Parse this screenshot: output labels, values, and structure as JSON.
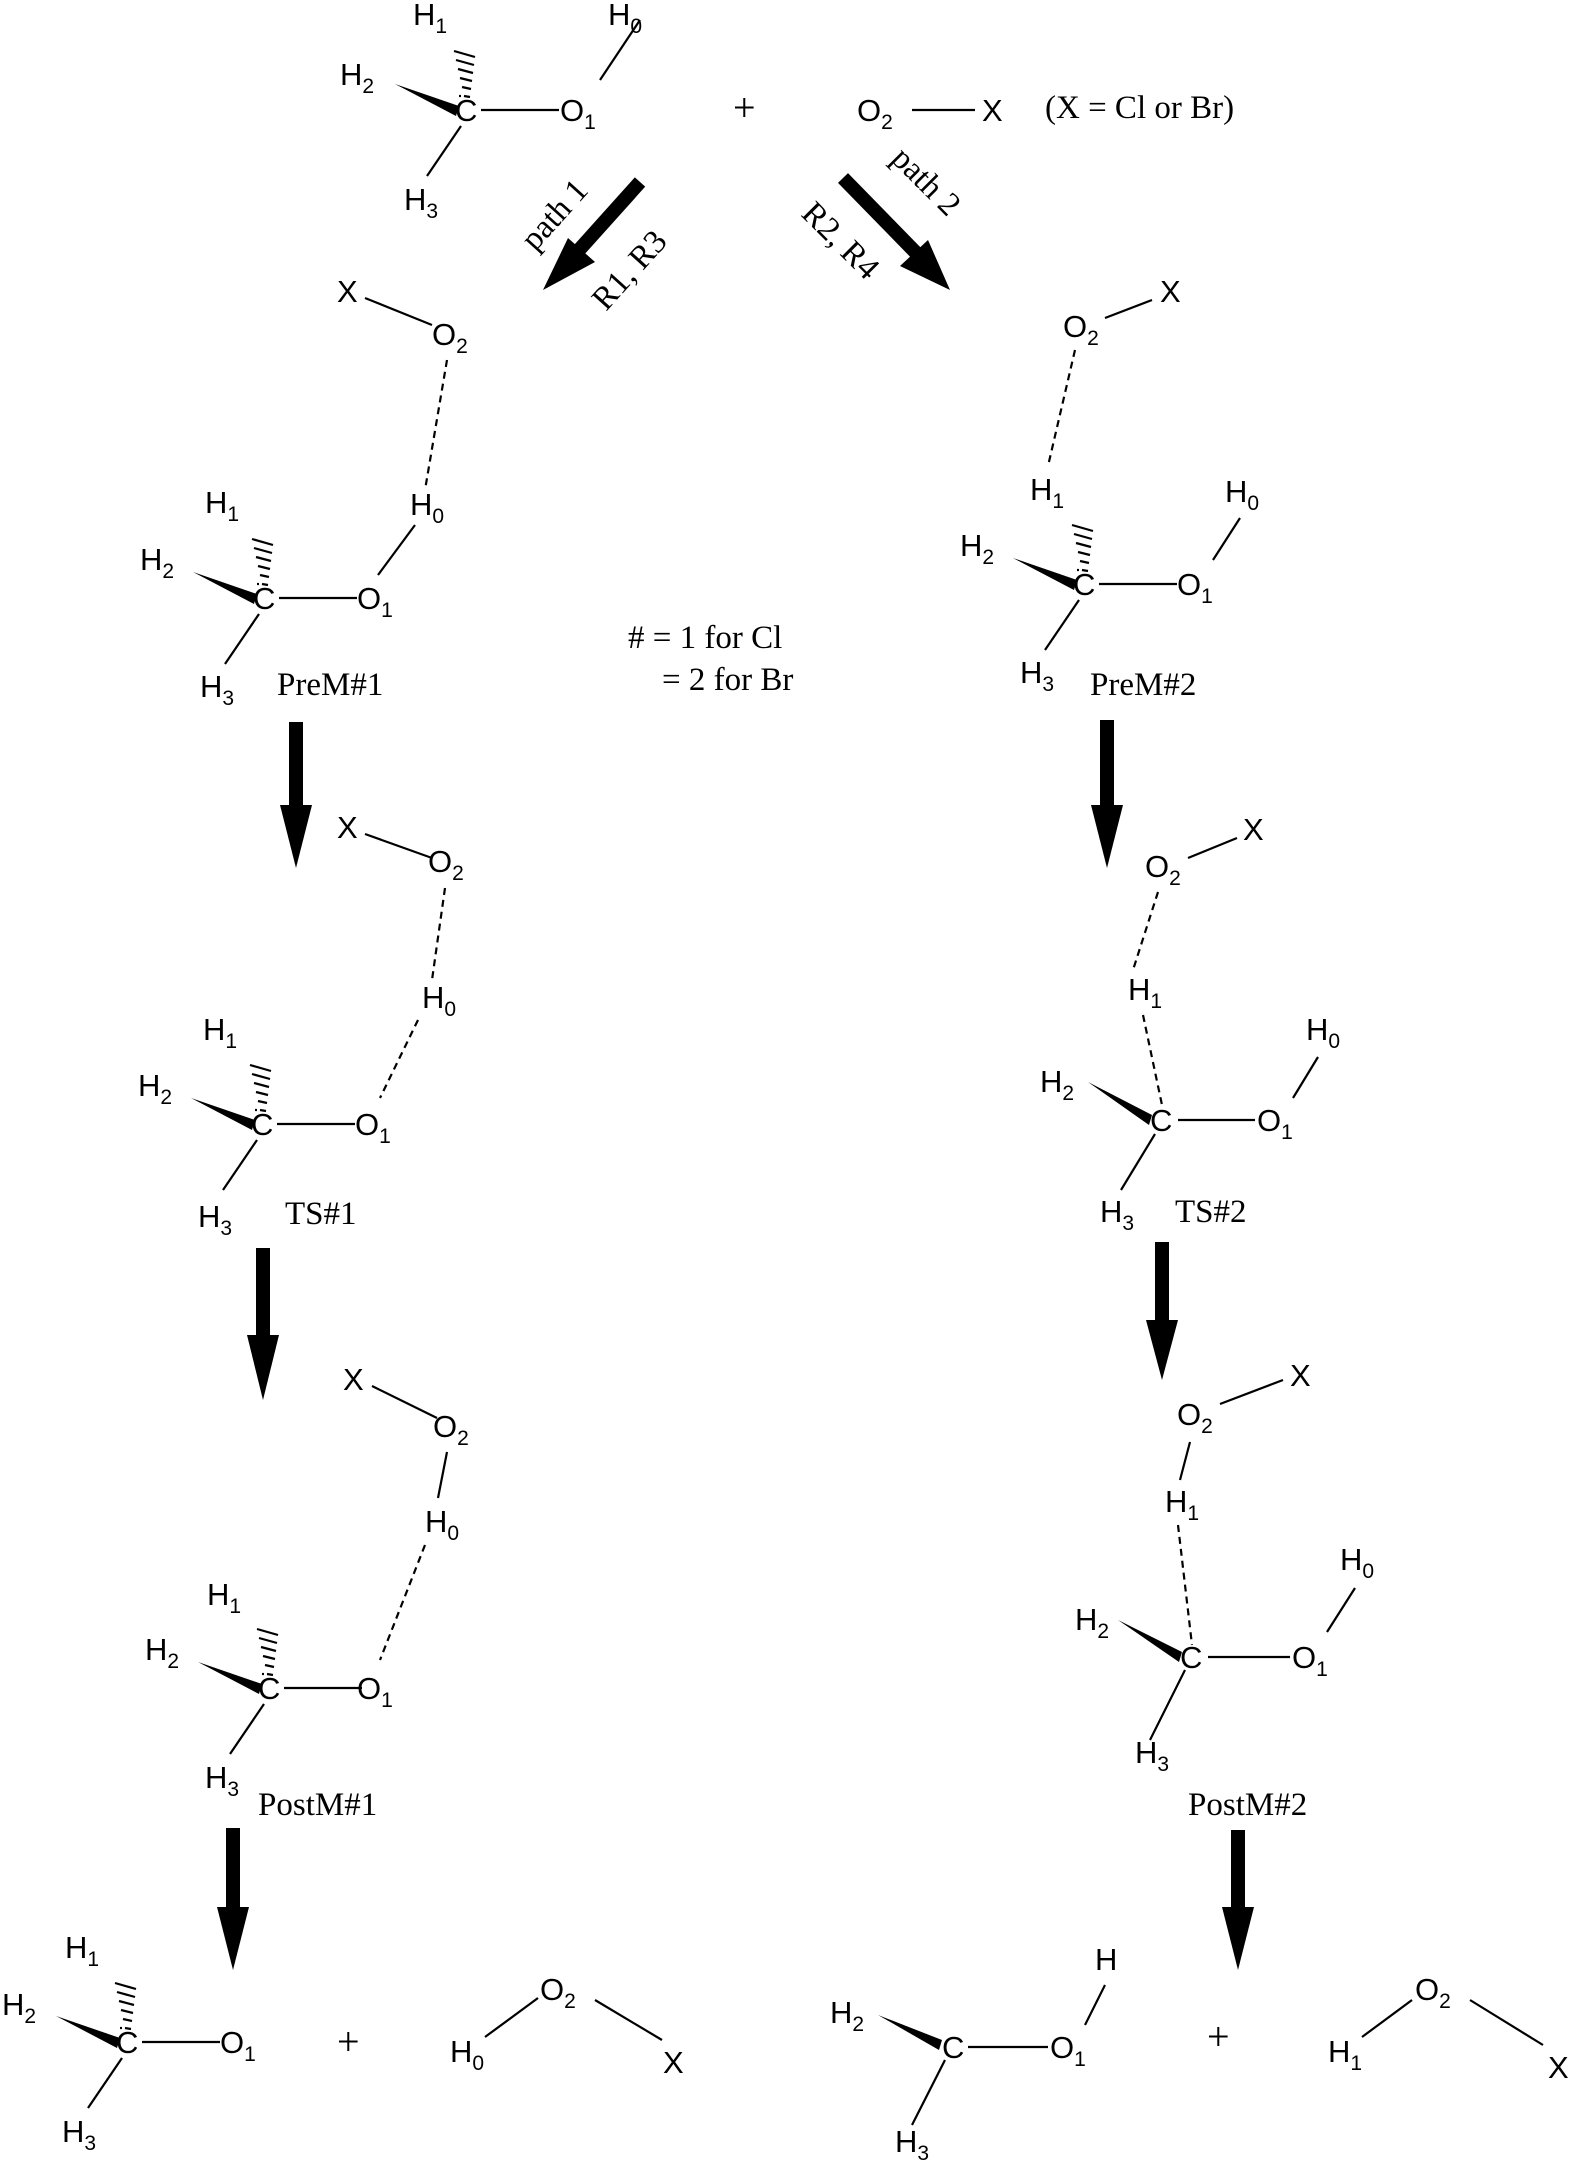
{
  "atoms": {
    "C": "C",
    "X": "X",
    "O": "O",
    "H": "H",
    "sub_0": "0",
    "sub_1": "1",
    "sub_2": "2",
    "sub_3": "3",
    "H_plain": "H"
  },
  "reactant_note": "(X = Cl or Br)",
  "plus": "+",
  "path1_label": "path 1",
  "path1_reactions": "R1, R3",
  "path2_label": "path 2",
  "path2_reactions": "R2, R4",
  "legend_line1": "# = 1 for Cl",
  "legend_line2": "= 2 for Br",
  "stages": {
    "path1": [
      "PreM#1",
      "TS#1",
      "PostM#1"
    ],
    "path2": [
      "PreM#2",
      "TS#2",
      "PostM#2"
    ]
  }
}
